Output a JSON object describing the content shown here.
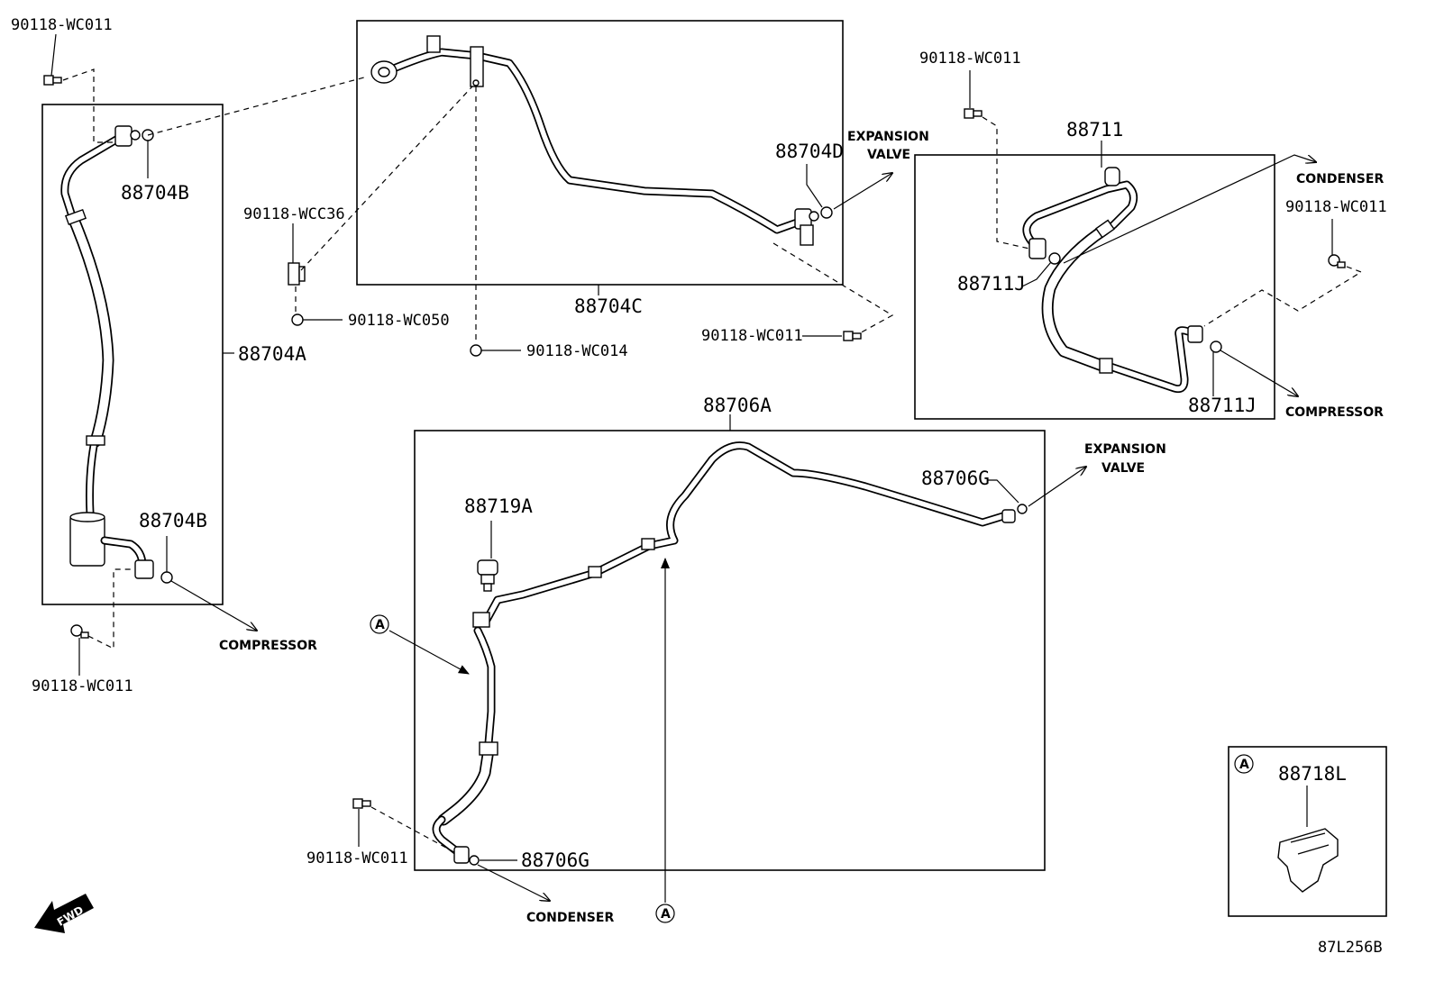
{
  "labels": {
    "b_top_left": "90118-WC011",
    "p_88704B_top": "88704B",
    "p_88704A": "88704A",
    "p_88704B_bottom": "88704B",
    "b_bottom_left": "90118-WC011",
    "p_88704C": "88704C",
    "p_88704D": "88704D",
    "b_wcc36": "90118-WCC36",
    "b_wc050": "90118-WC050",
    "b_wc014": "90118-WC014",
    "b_center_right": "90118-WC011",
    "p_88711": "88711",
    "b_88711_top": "90118-WC011",
    "p_88711J_left": "88711J",
    "p_88711J_right": "88711J",
    "b_right": "90118-WC011",
    "p_88706A": "88706A",
    "p_88719A": "88719A",
    "p_88706G_top": "88706G",
    "p_88706G_bottom": "88706G",
    "b_bottom_center": "90118-WC011",
    "p_88718L": "88718L",
    "diagram_code": "87L256B"
  },
  "directions": {
    "compressor_left": "COMPRESSOR",
    "expansion_valve_top_1": "EXPANSION",
    "expansion_valve_top_2": "VALVE",
    "condenser_right": "CONDENSER",
    "compressor_right": "COMPRESSOR",
    "expansion_valve_mid_1": "EXPANSION",
    "expansion_valve_mid_2": "VALVE",
    "condenser_bottom": "CONDENSER",
    "fwd": "FWD"
  },
  "callouts": {
    "a_left": "A",
    "a_bottom": "A",
    "a_inset": "A"
  }
}
